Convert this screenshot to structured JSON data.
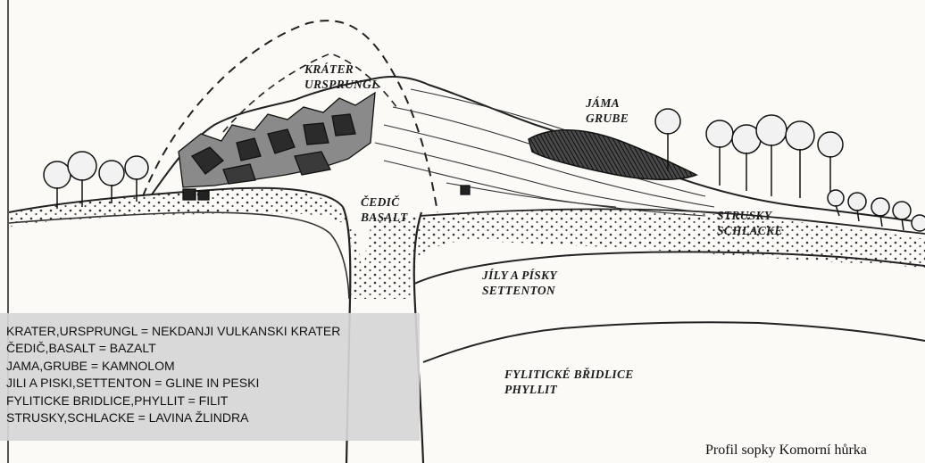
{
  "labels": {
    "krater": [
      "KRÁTER",
      "URSPRUNGL"
    ],
    "jama": [
      "JÁMA",
      "GRUBE"
    ],
    "cedic": [
      "ČEDIČ",
      "BASALT"
    ],
    "strusky": [
      "STRUSKY",
      "SCHLACKE"
    ],
    "jily": [
      "JÍLY A PÍSKY",
      "SETTENTON"
    ],
    "fylit": [
      "FYLITICKÉ BŘIDLICE",
      "PHYLLIT"
    ]
  },
  "legend": [
    "KRATER,URSPRUNGL = NEKDANJI VULKANSKI KRATER",
    "ČEDIČ,BASALT = BAZALT",
    "JAMA,GRUBE = KAMNOLOM",
    "JILI A PISKI,SETTENTON = GLINE IN PESKI",
    "FYLITICKE BRIDLICE,PHYLLIT = FILIT",
    "STRUSKY,SCHLACKE = LAVINA ŽLINDRA"
  ],
  "caption": "Profil sopky Komorní hůrka"
}
